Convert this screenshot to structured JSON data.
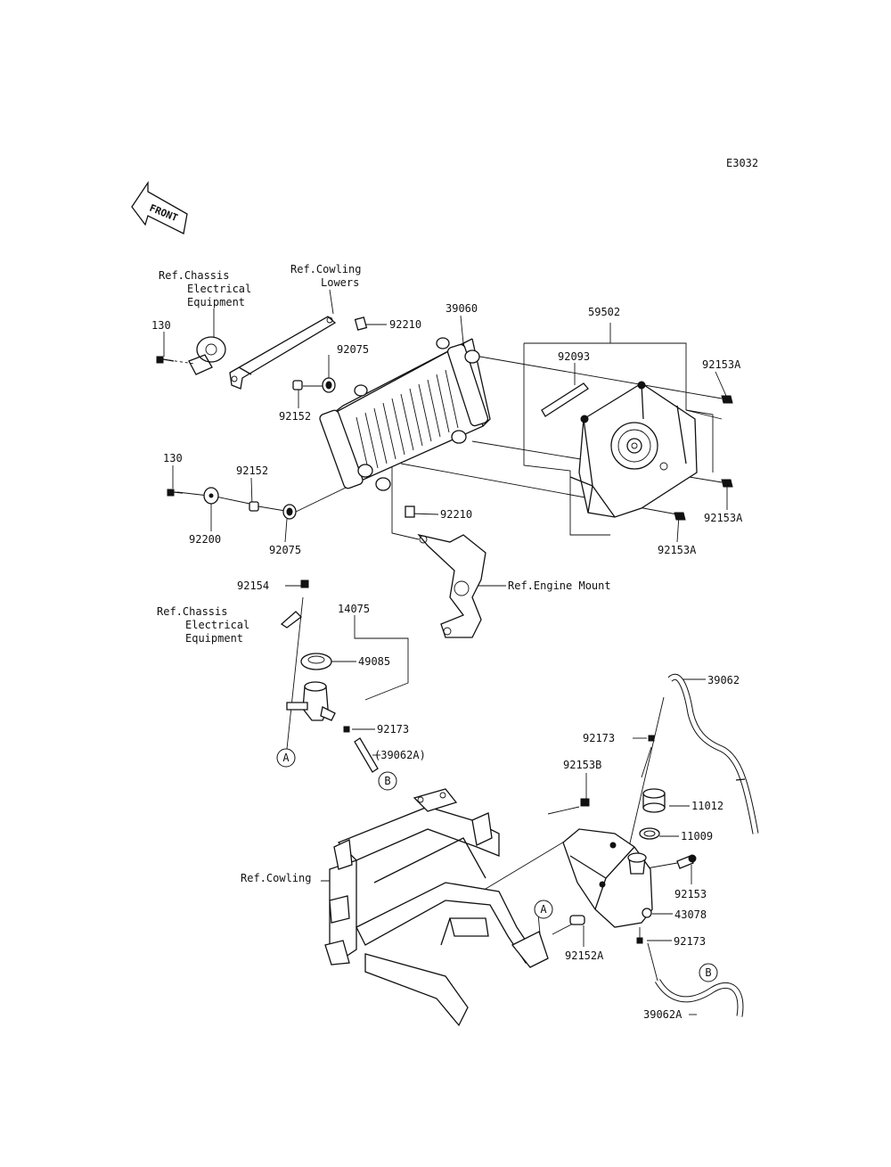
{
  "diagram_code": "E3032",
  "front_label": "FRONT",
  "callout_a": "A",
  "callout_b": "B",
  "refs": {
    "chassis_1": [
      "Ref.Chassis",
      "Electrical",
      "Equipment"
    ],
    "cowling_lowers": [
      "Ref.Cowling",
      "Lowers"
    ],
    "chassis_2": [
      "Ref.Chassis",
      "Electrical",
      "Equipment"
    ],
    "engine_mount": "Ref.Engine Mount",
    "cowling": "Ref.Cowling"
  },
  "parts": {
    "p130a": "130",
    "p92210a": "92210",
    "p39060": "39060",
    "p59502": "59502",
    "p92075a": "92075",
    "p92093": "92093",
    "p92153Aa": "92153A",
    "p92152a": "92152",
    "p130b": "130",
    "p92152b": "92152",
    "p92210b": "92210",
    "p92153Ab": "92153A",
    "p92200": "92200",
    "p92075b": "92075",
    "p92153Ac": "92153A",
    "p92154": "92154",
    "p14075": "14075",
    "p49085": "49085",
    "p39062": "39062",
    "p92173a": "92173",
    "p39062A_paren": "(39062A)",
    "p92173b": "92173",
    "p92153B": "92153B",
    "p11012": "11012",
    "p11009": "11009",
    "p92153": "92153",
    "p43078": "43078",
    "p92152A": "92152A",
    "p92173c": "92173",
    "p39062A": "39062A"
  }
}
